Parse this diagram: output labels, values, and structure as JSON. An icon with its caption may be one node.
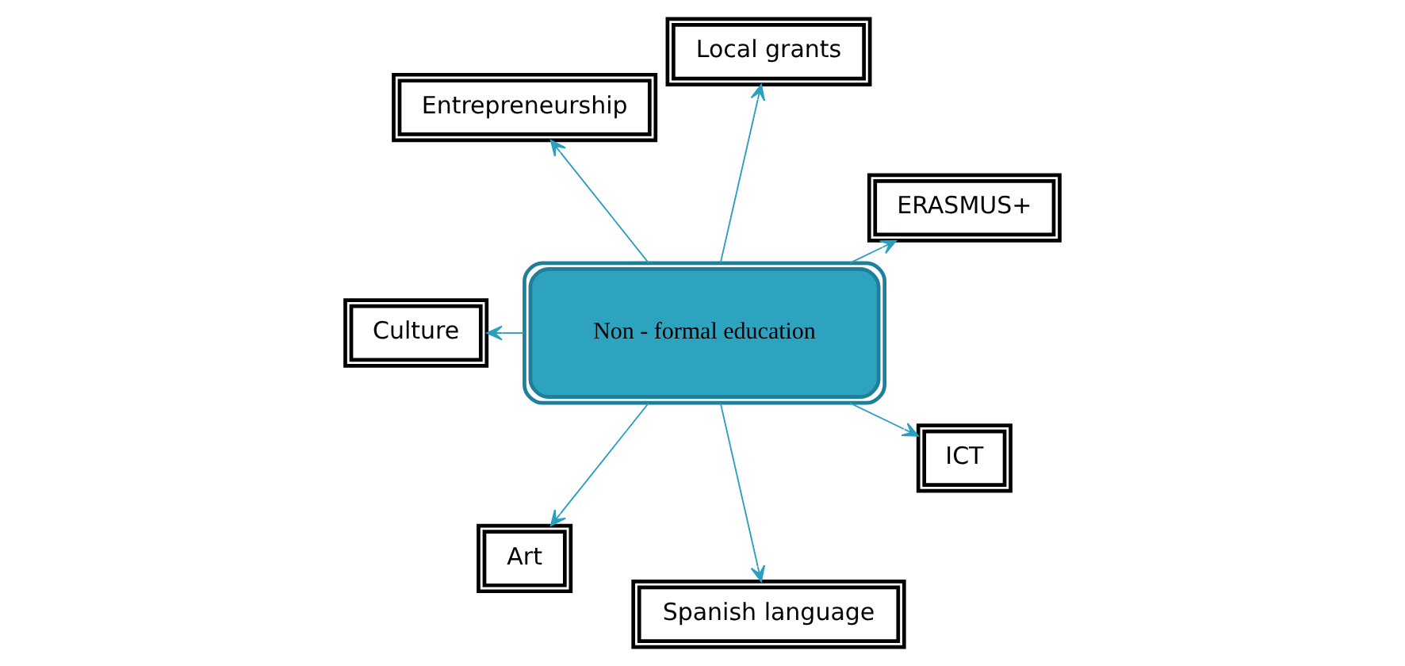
{
  "diagram": {
    "nodes": [
      {
        "text": [
          "ERASMUS+"
        ]
      },
      {
        "text": [
          "Local grants"
        ]
      },
      {
        "text": [
          "Entrepreneurship"
        ]
      },
      {
        "text": [
          "Culture"
        ]
      },
      {
        "text": [
          "Non - formal education"
        ]
      },
      {
        "text": [
          "Art"
        ]
      },
      {
        "text": [
          "Spanish language"
        ]
      },
      {
        "text": [
          "ICT"
        ]
      }
    ],
    "edges": [
      {
        "from": 4,
        "to": 0,
        "arrow": "to"
      },
      {
        "from": 4,
        "to": 1,
        "arrow": "to"
      },
      {
        "from": 4,
        "to": 2,
        "arrow": "to"
      },
      {
        "from": 4,
        "to": 3,
        "arrow": "to"
      },
      {
        "from": 4,
        "to": 5,
        "arrow": "to"
      },
      {
        "from": 4,
        "to": 6,
        "arrow": "to"
      },
      {
        "from": 4,
        "to": 7,
        "arrow": "to"
      }
    ]
  }
}
